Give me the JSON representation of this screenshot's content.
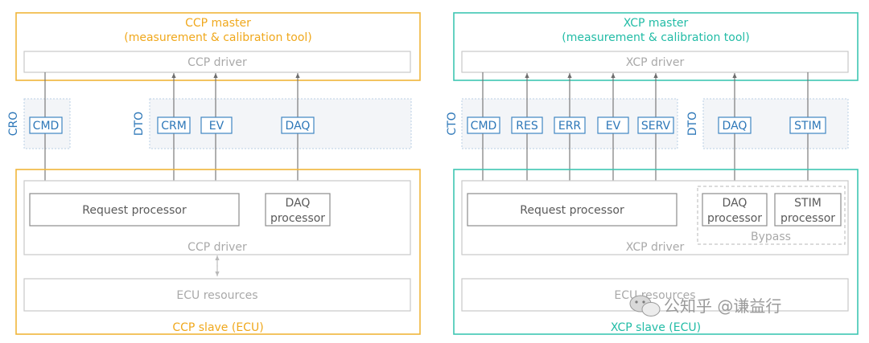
{
  "ccp": {
    "master_title": "CCP master",
    "master_subtitle": "(measurement & calibration tool)",
    "driver_top": "CCP driver",
    "cro_label": "CRO",
    "dto_label": "DTO",
    "cmd": "CMD",
    "crm": "CRM",
    "ev": "EV",
    "daq": "DAQ",
    "request_processor": "Request processor",
    "daq_processor_line1": "DAQ",
    "daq_processor_line2": "processor",
    "driver_bottom": "CCP driver",
    "ecu_resources": "ECU resources",
    "slave_title": "CCP slave (ECU)"
  },
  "xcp": {
    "master_title": "XCP master",
    "master_subtitle": "(measurement & calibration tool)",
    "driver_top": "XCP driver",
    "cto_label": "CTO",
    "dto_label": "DTO",
    "cmd": "CMD",
    "res": "RES",
    "err": "ERR",
    "ev": "EV",
    "serv": "SERV",
    "daq": "DAQ",
    "stim": "STIM",
    "request_processor": "Request processor",
    "daq_processor_line1": "DAQ",
    "daq_processor_line2": "processor",
    "stim_processor_line1": "STIM",
    "stim_processor_line2": "processor",
    "bypass": "Bypass",
    "driver_bottom": "XCP driver",
    "ecu_resources": "ECU resources",
    "slave_title": "XCP slave (ECU)"
  },
  "watermark": {
    "text": "公知乎 @谦益行"
  },
  "colors": {
    "ccp_accent": "#f0b53a",
    "xcp_accent": "#3ec6b2",
    "message_blue": "#3f86c2"
  }
}
